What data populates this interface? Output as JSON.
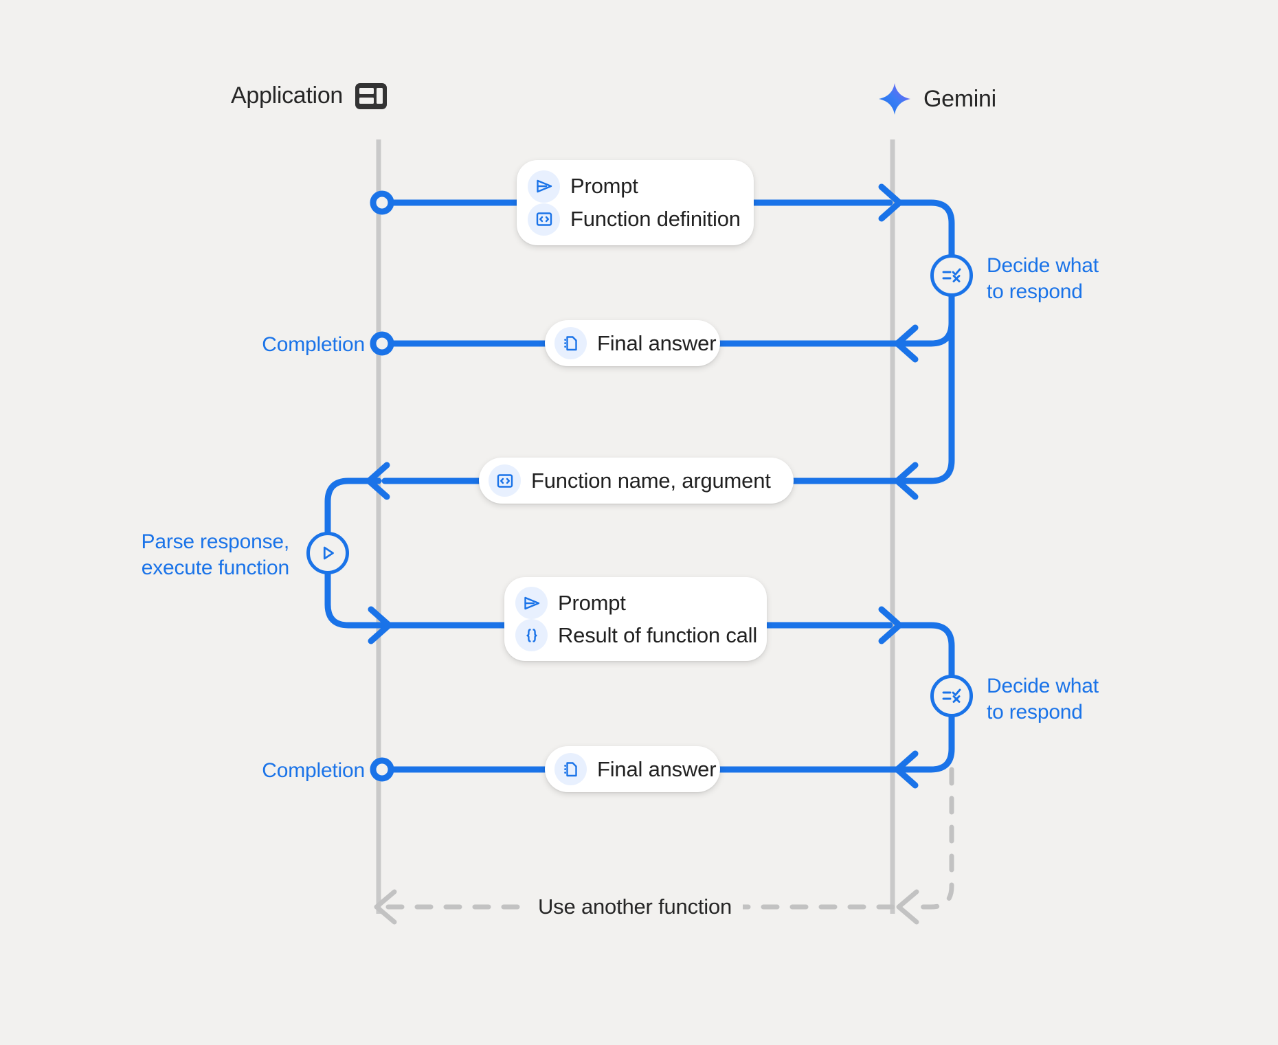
{
  "canvas": {
    "background": "#f2f1ef",
    "accent_blue": "#1a73e8",
    "badge_blue_bg": "#e8f0fe",
    "lifeline_gray": "#c9c9c9",
    "text_dark": "#262626"
  },
  "actors": {
    "application": {
      "label": "Application",
      "icon": "application-layout-icon"
    },
    "gemini": {
      "label": "Gemini",
      "icon": "gemini-sparkle-icon"
    }
  },
  "messages": {
    "request_one": {
      "rows": [
        {
          "icon": "send-triangle-icon",
          "label": "Prompt"
        },
        {
          "icon": "code-brackets-icon",
          "label": "Function definition"
        }
      ]
    },
    "final_answer_one": {
      "rows": [
        {
          "icon": "document-icon",
          "label": "Final answer"
        }
      ]
    },
    "function_call": {
      "rows": [
        {
          "icon": "code-brackets-icon",
          "label": "Function name,  argument"
        }
      ]
    },
    "request_two": {
      "rows": [
        {
          "icon": "send-triangle-icon",
          "label": "Prompt"
        },
        {
          "icon": "curly-braces-icon",
          "label": "Result of function call"
        }
      ]
    },
    "final_answer_two": {
      "rows": [
        {
          "icon": "document-icon",
          "label": "Final answer"
        }
      ]
    }
  },
  "nodes": {
    "decide_one": {
      "label": "Decide what\nto respond",
      "label_line1": "Decide what",
      "label_line2": "to respond",
      "icon": "checklist-decision-icon"
    },
    "decide_two": {
      "label_line1": "Decide what",
      "label_line2": "to respond",
      "icon": "checklist-decision-icon"
    },
    "parse_execute": {
      "label_line1": "Parse response,",
      "label_line2": "execute function",
      "icon": "play-triangle-icon"
    }
  },
  "endpoints": {
    "completion_one": {
      "label": "Completion",
      "marker": "hollow-circle"
    },
    "completion_two": {
      "label": "Completion",
      "marker": "hollow-circle"
    },
    "start": {
      "marker": "hollow-circle"
    }
  },
  "loop": {
    "caption": "Use another function",
    "style": "dashed",
    "color": "#c2c2c2"
  }
}
